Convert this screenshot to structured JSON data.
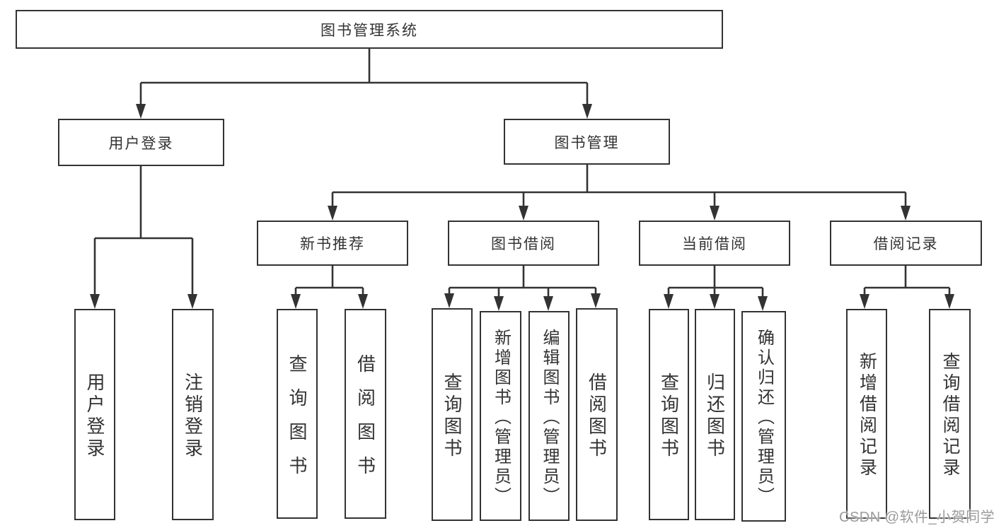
{
  "diagram": {
    "root": "图书管理系统",
    "branches": {
      "user_login": {
        "label": "用户登录",
        "children": [
          "用户登录",
          "注销登录"
        ]
      },
      "book_mgmt": {
        "label": "图书管理",
        "sections": [
          {
            "label": "新书推荐",
            "children": [
              "查询图书",
              "借阅图书"
            ]
          },
          {
            "label": "图书借阅",
            "children": [
              "查询图书",
              "新增图书（管理员）",
              "编辑图书（管理员）",
              "借阅图书"
            ]
          },
          {
            "label": "当前借阅",
            "children": [
              "查询图书",
              "归还图书",
              "确认归还（管理员）"
            ]
          },
          {
            "label": "借阅记录",
            "children": [
              "新增借阅记录",
              "查询借阅记录"
            ]
          }
        ]
      }
    }
  },
  "watermark": "CSDN @软件_小贺同学",
  "colors": {
    "line": "#333333",
    "box_border": "#333333",
    "text": "#333333",
    "watermark_text": "#9b9b9b",
    "background": "#ffffff"
  }
}
